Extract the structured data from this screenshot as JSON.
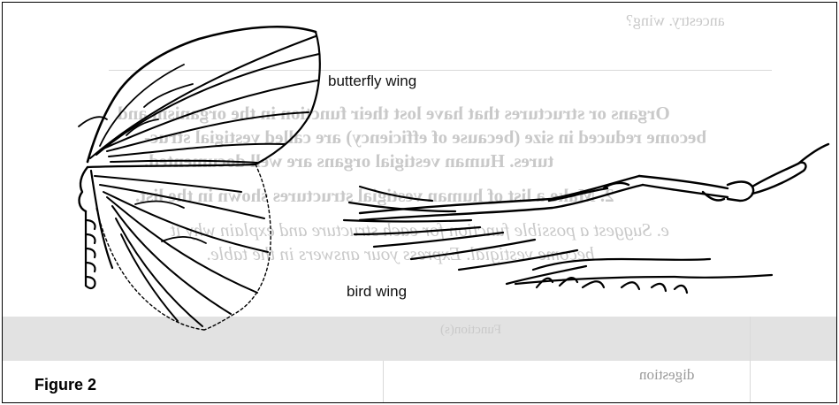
{
  "labels": {
    "butterfly": "butterfly wing",
    "bird": "bird wing"
  },
  "caption": "Figure 2",
  "bleed_through": {
    "top_fragment": "ancestry. wing?",
    "line1": "Organs or structures that have lost their function in the organism and",
    "line2": "become reduced in size (because of efficiency) are called vestigial struc-",
    "line3": "tures. Human vestigial organs are well documented.",
    "line4": "2.  Make a list of human vestigial structures shown in the list.",
    "line5": "e.  Suggest a possible function for each structure and explain why it",
    "line6": "become vestigial. Express your answers in the table.",
    "table_header": "Function(s)",
    "table_cell": "digestion"
  }
}
